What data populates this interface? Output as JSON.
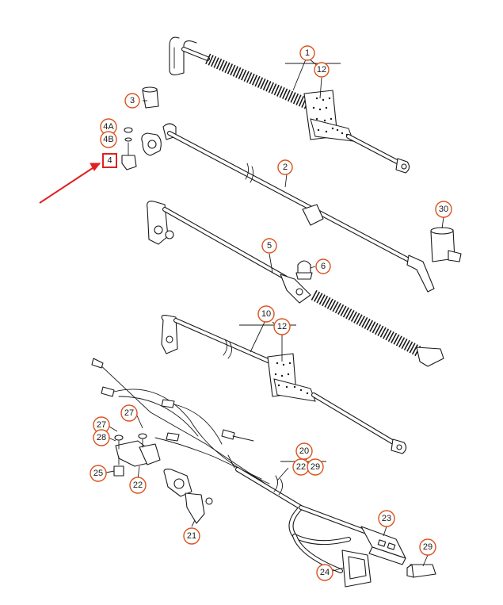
{
  "diagram": {
    "callouts": [
      {
        "id": "1",
        "label": "1"
      },
      {
        "id": "12a",
        "label": "12"
      },
      {
        "id": "3",
        "label": "3"
      },
      {
        "id": "4A",
        "label": "4A"
      },
      {
        "id": "4B",
        "label": "4B"
      },
      {
        "id": "4",
        "label": "4"
      },
      {
        "id": "2",
        "label": "2"
      },
      {
        "id": "30",
        "label": "30"
      },
      {
        "id": "5",
        "label": "5"
      },
      {
        "id": "6",
        "label": "6"
      },
      {
        "id": "10",
        "label": "10"
      },
      {
        "id": "12b",
        "label": "12"
      },
      {
        "id": "27a",
        "label": "27"
      },
      {
        "id": "27b",
        "label": "27"
      },
      {
        "id": "28",
        "label": "28"
      },
      {
        "id": "20",
        "label": "20"
      },
      {
        "id": "22a",
        "label": "22"
      },
      {
        "id": "29a",
        "label": "29"
      },
      {
        "id": "25",
        "label": "25"
      },
      {
        "id": "22b",
        "label": "22"
      },
      {
        "id": "23",
        "label": "23"
      },
      {
        "id": "29b",
        "label": "29"
      },
      {
        "id": "21",
        "label": "21"
      },
      {
        "id": "24",
        "label": "24"
      }
    ],
    "highlighted_part": "4",
    "colors": {
      "callout_ring": "#d9531e",
      "highlight": "#e02020",
      "line": "#1a1a1a"
    }
  }
}
